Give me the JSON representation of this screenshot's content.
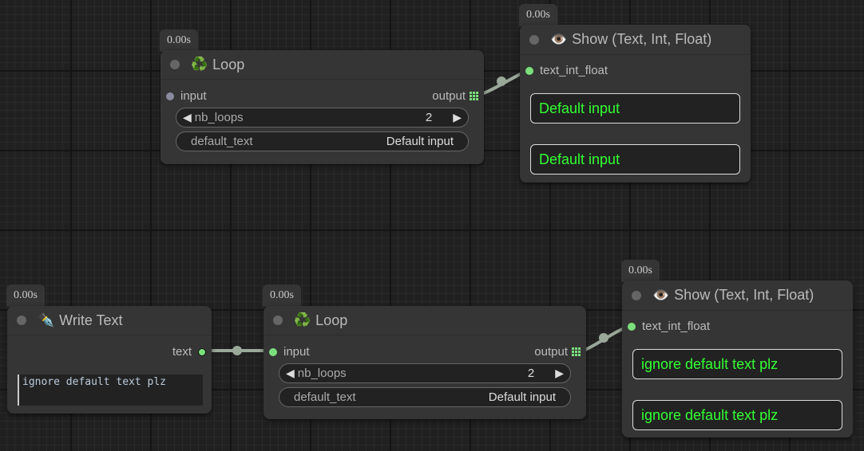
{
  "colors": {
    "link": "#9aa89a",
    "slot_connected": "#7be07b",
    "output_text": "#33ff33"
  },
  "nodes": {
    "loop1": {
      "timer": "0.00s",
      "icon": "recycle-icon",
      "emoji": "♻️",
      "title": "Loop",
      "input": "input",
      "output": "output",
      "nb_loops_label": "nb_loops",
      "nb_loops": "2",
      "default_text_label": "default_text",
      "default_text": "Default input"
    },
    "show1": {
      "timer": "0.00s",
      "icon": "eye-icon",
      "emoji": "👁️",
      "title": "Show (Text, Int, Float)",
      "input": "text_int_float",
      "outputs": [
        "Default input",
        "Default input"
      ]
    },
    "write": {
      "timer": "0.00s",
      "icon": "pen-icon",
      "emoji": "✒️",
      "title": "Write Text",
      "output": "text",
      "text": "ignore default text plz"
    },
    "loop2": {
      "timer": "0.00s",
      "icon": "recycle-icon",
      "emoji": "♻️",
      "title": "Loop",
      "input": "input",
      "output": "output",
      "nb_loops_label": "nb_loops",
      "nb_loops": "2",
      "default_text_label": "default_text",
      "default_text": "Default input"
    },
    "show2": {
      "timer": "0.00s",
      "icon": "eye-icon",
      "emoji": "👁️",
      "title": "Show (Text, Int, Float)",
      "input": "text_int_float",
      "outputs": [
        "ignore default text plz",
        "ignore default text plz"
      ]
    }
  },
  "arrows": {
    "left": "◀",
    "right": "▶"
  }
}
